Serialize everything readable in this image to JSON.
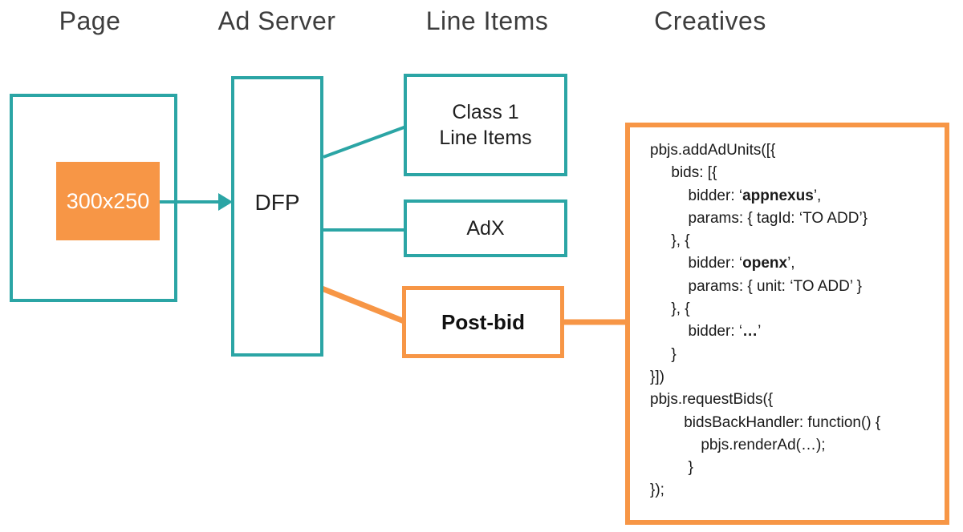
{
  "columns": [
    {
      "label": "Page"
    },
    {
      "label": "Ad Server"
    },
    {
      "label": "Line Items"
    },
    {
      "label": "Creatives"
    }
  ],
  "nodes": {
    "ad_slot": "300x250",
    "dfp": "DFP",
    "class1_line1": "Class 1",
    "class1_line2": "Line Items",
    "adx": "AdX",
    "postbid": "Post-bid"
  },
  "colors": {
    "teal": "#2BA5A5",
    "orange": "#F79646"
  },
  "code": {
    "lines": [
      [
        {
          "t": "pbjs.addAdUnits([{"
        }
      ],
      [
        {
          "t": "     bids: [{"
        }
      ],
      [
        {
          "t": "         bidder: ‘"
        },
        {
          "t": "appnexus",
          "b": true
        },
        {
          "t": "’,"
        }
      ],
      [
        {
          "t": "         params: { tagId: ‘TO ADD’}"
        }
      ],
      [
        {
          "t": "     }, {"
        }
      ],
      [
        {
          "t": "         bidder: ‘"
        },
        {
          "t": "openx",
          "b": true
        },
        {
          "t": "’,"
        }
      ],
      [
        {
          "t": "         params: { unit: ‘TO ADD’ }"
        }
      ],
      [
        {
          "t": "     }, {"
        }
      ],
      [
        {
          "t": "         bidder: ‘"
        },
        {
          "t": "…",
          "b": true
        },
        {
          "t": "’"
        }
      ],
      [
        {
          "t": "     }"
        }
      ],
      [
        {
          "t": "}])"
        }
      ],
      [
        {
          "t": "pbjs.requestBids({"
        }
      ],
      [
        {
          "t": "        bidsBackHandler: function() {"
        }
      ],
      [
        {
          "t": "            pbjs.renderAd(…);"
        }
      ],
      [
        {
          "t": "         }"
        }
      ],
      [
        {
          "t": "});"
        }
      ]
    ]
  }
}
